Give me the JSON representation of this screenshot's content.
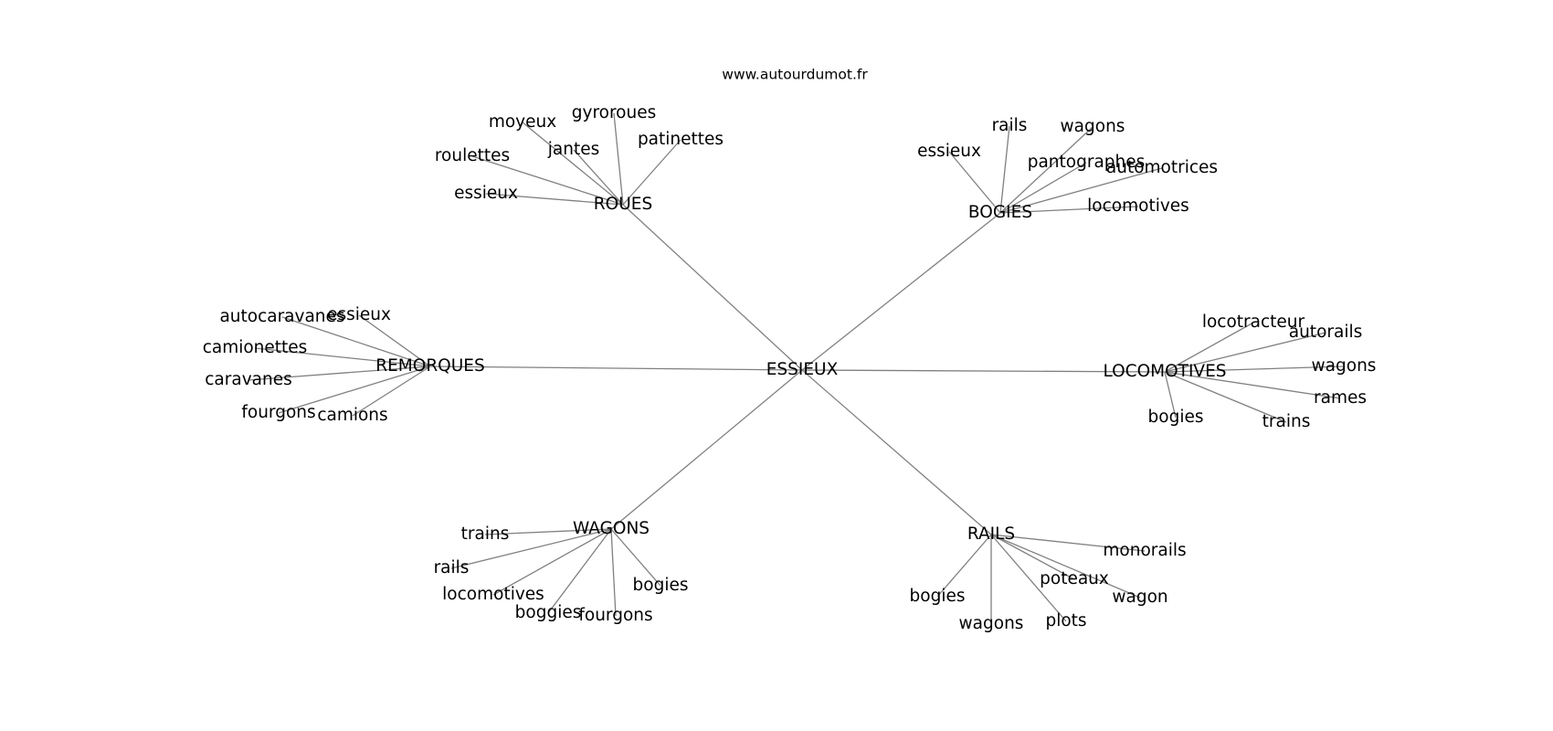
{
  "site": "www.autourdumot.fr",
  "center": "ESSIEUX",
  "edge_color": "#808080",
  "groups": [
    {
      "label": "ROUES",
      "words": [
        "moyeux",
        "gyroroues",
        "patinettes",
        "jantes",
        "roulettes",
        "essieux"
      ]
    },
    {
      "label": "BOGIES",
      "words": [
        "rails",
        "wagons",
        "essieux",
        "pantographes",
        "automotrices",
        "locomotives"
      ]
    },
    {
      "label": "REMORQUES",
      "words": [
        "autocaravanes",
        "essieux",
        "camionettes",
        "caravanes",
        "fourgons",
        "camions"
      ]
    },
    {
      "label": "LOCOMOTIVES",
      "words": [
        "locotracteur",
        "autorails",
        "wagons",
        "rames",
        "bogies",
        "trains"
      ]
    },
    {
      "label": "WAGONS",
      "words": [
        "trains",
        "rails",
        "locomotives",
        "bogies",
        "boggies",
        "fourgons"
      ]
    },
    {
      "label": "RAILS",
      "words": [
        "monorails",
        "poteaux",
        "wagon",
        "bogies",
        "plots",
        "wagons"
      ]
    }
  ]
}
